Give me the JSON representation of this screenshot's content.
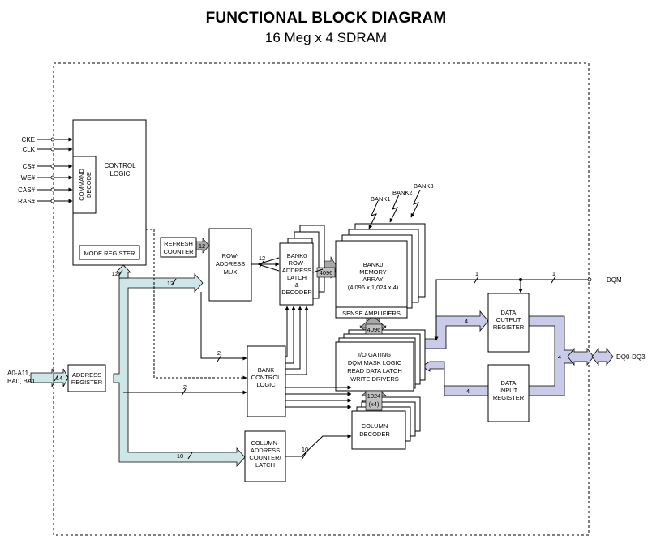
{
  "title": "FUNCTIONAL BLOCK DIAGRAM",
  "subtitle": "16 Meg x 4 SDRAM",
  "colors": {
    "address_bus": "#cfe6e6",
    "data_bus": "#c9cbe8",
    "internal_bus": "#a8a8a8",
    "line": "#000000"
  },
  "pins": {
    "cke": "CKE",
    "clk": "CLK",
    "cs": "CS#",
    "we": "WE#",
    "cas": "CAS#",
    "ras": "RAS#",
    "addr1": "A0-A11,",
    "addr2": "BA0, BA1",
    "dqm": "DQM",
    "dq": "DQ0-DQ3"
  },
  "blocks": {
    "control_logic": [
      "CONTROL",
      "LOGIC"
    ],
    "command_decode": [
      "COMMAND",
      "DECODE"
    ],
    "mode_register": "MODE REGISTER",
    "refresh_counter": [
      "REFRESH",
      "COUNTER"
    ],
    "row_address_mux": [
      "ROW-",
      "ADDRESS",
      "MUX"
    ],
    "bank0_row_latch": [
      "BANK0",
      "ROW-",
      "ADDRESS",
      "LATCH",
      "&",
      "DECODER"
    ],
    "bank0_memory_array": [
      "BANK0",
      "MEMORY",
      "ARRAY",
      "(4,096 x 1,024 x 4)"
    ],
    "sense_amplifiers": "SENSE AMPLIFIERS",
    "io_gating": [
      "I/O GATING",
      "DQM MASK LOGIC",
      "READ DATA LATCH",
      "WRITE DRIVERS"
    ],
    "bank_control_logic": [
      "BANK",
      "CONTROL",
      "LOGIC"
    ],
    "column_decoder": [
      "COLUMN",
      "DECODER"
    ],
    "column_address_counter": [
      "COLUMN-",
      "ADDRESS",
      "COUNTER/",
      "LATCH"
    ],
    "address_register": [
      "ADDRESS",
      "REGISTER"
    ],
    "data_output_register": [
      "DATA",
      "OUTPUT",
      "REGISTER"
    ],
    "data_input_register": [
      "DATA",
      "INPUT",
      "REGISTER"
    ]
  },
  "bank_labels": [
    "BANK1",
    "BANK2",
    "BANK3"
  ],
  "bus_widths": {
    "addr_in": "14",
    "mode_reg": "12",
    "row_addr_bus": "12",
    "refresh": "12",
    "mux_out": "12",
    "row_decode": "4096",
    "sense": "4096",
    "bank_ctrl_a": "2",
    "bank_ctrl_b": "2",
    "col_counter": "10",
    "col_decoder": "10",
    "col_data": "1024",
    "col_data_x4": "(x4)",
    "dqm_a": "1",
    "dqm_b": "1",
    "out_reg": "4",
    "in_reg": "4",
    "dq_bus": "4"
  }
}
